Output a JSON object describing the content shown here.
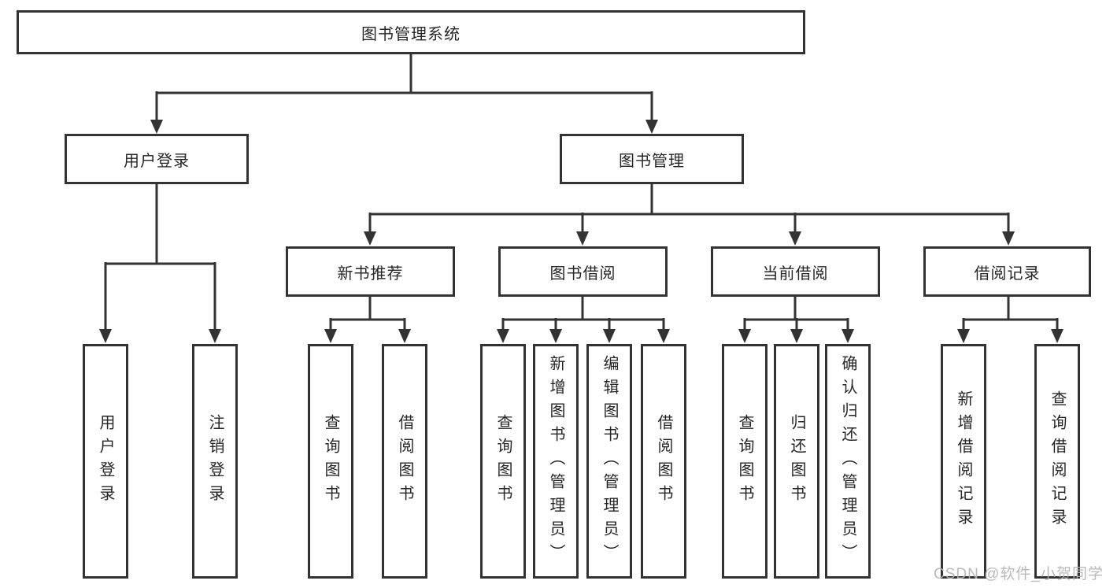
{
  "colors": {
    "line": "#333333",
    "text": "#262626",
    "watermark": "#b3b3b3",
    "background": "#ffffff"
  },
  "watermark": "CSDN @软件_小贺同学",
  "tree": {
    "root": "图书管理系统",
    "branches": [
      {
        "label": "用户登录",
        "children": [
          "用户登录",
          "注销登录"
        ]
      },
      {
        "label": "图书管理",
        "children": [
          {
            "label": "新书推荐",
            "children": [
              "查询图书",
              "借阅图书"
            ]
          },
          {
            "label": "图书借阅",
            "children": [
              "查询图书",
              "新增图书（管理员）",
              "编辑图书（管理员）",
              "借阅图书"
            ]
          },
          {
            "label": "当前借阅",
            "children": [
              "查询图书",
              "归还图书",
              "确认归还（管理员）"
            ]
          },
          {
            "label": "借阅记录",
            "children": [
              "新增借阅记录",
              "查询借阅记录"
            ]
          }
        ]
      }
    ]
  }
}
